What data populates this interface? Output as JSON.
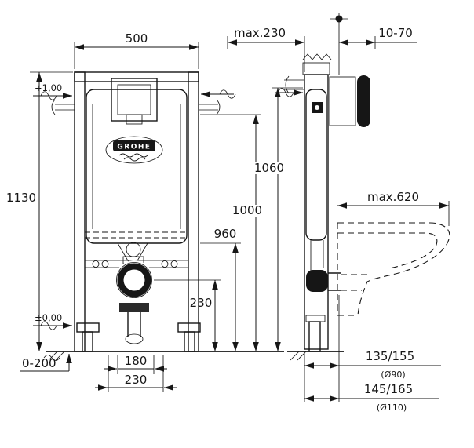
{
  "drawing": {
    "brand_logo": "GROHE",
    "front": {
      "width": "500",
      "height": "1130",
      "level_top": "+1,00",
      "level_floor": "±0,00",
      "foot_adjustment": "0-200",
      "span_inner": "180",
      "span_outer": "230",
      "outlet_height": "230",
      "h_960": "960",
      "h_1000": "1000",
      "h_1060": "1060"
    },
    "side": {
      "max_depth": "max.230",
      "bracket_range": "10-70",
      "max_projection": "max.620",
      "outlet_a": "135/155",
      "outlet_a_dia": "(Ø90)",
      "outlet_b": "145/165",
      "outlet_b_dia": "(Ø110)"
    }
  }
}
